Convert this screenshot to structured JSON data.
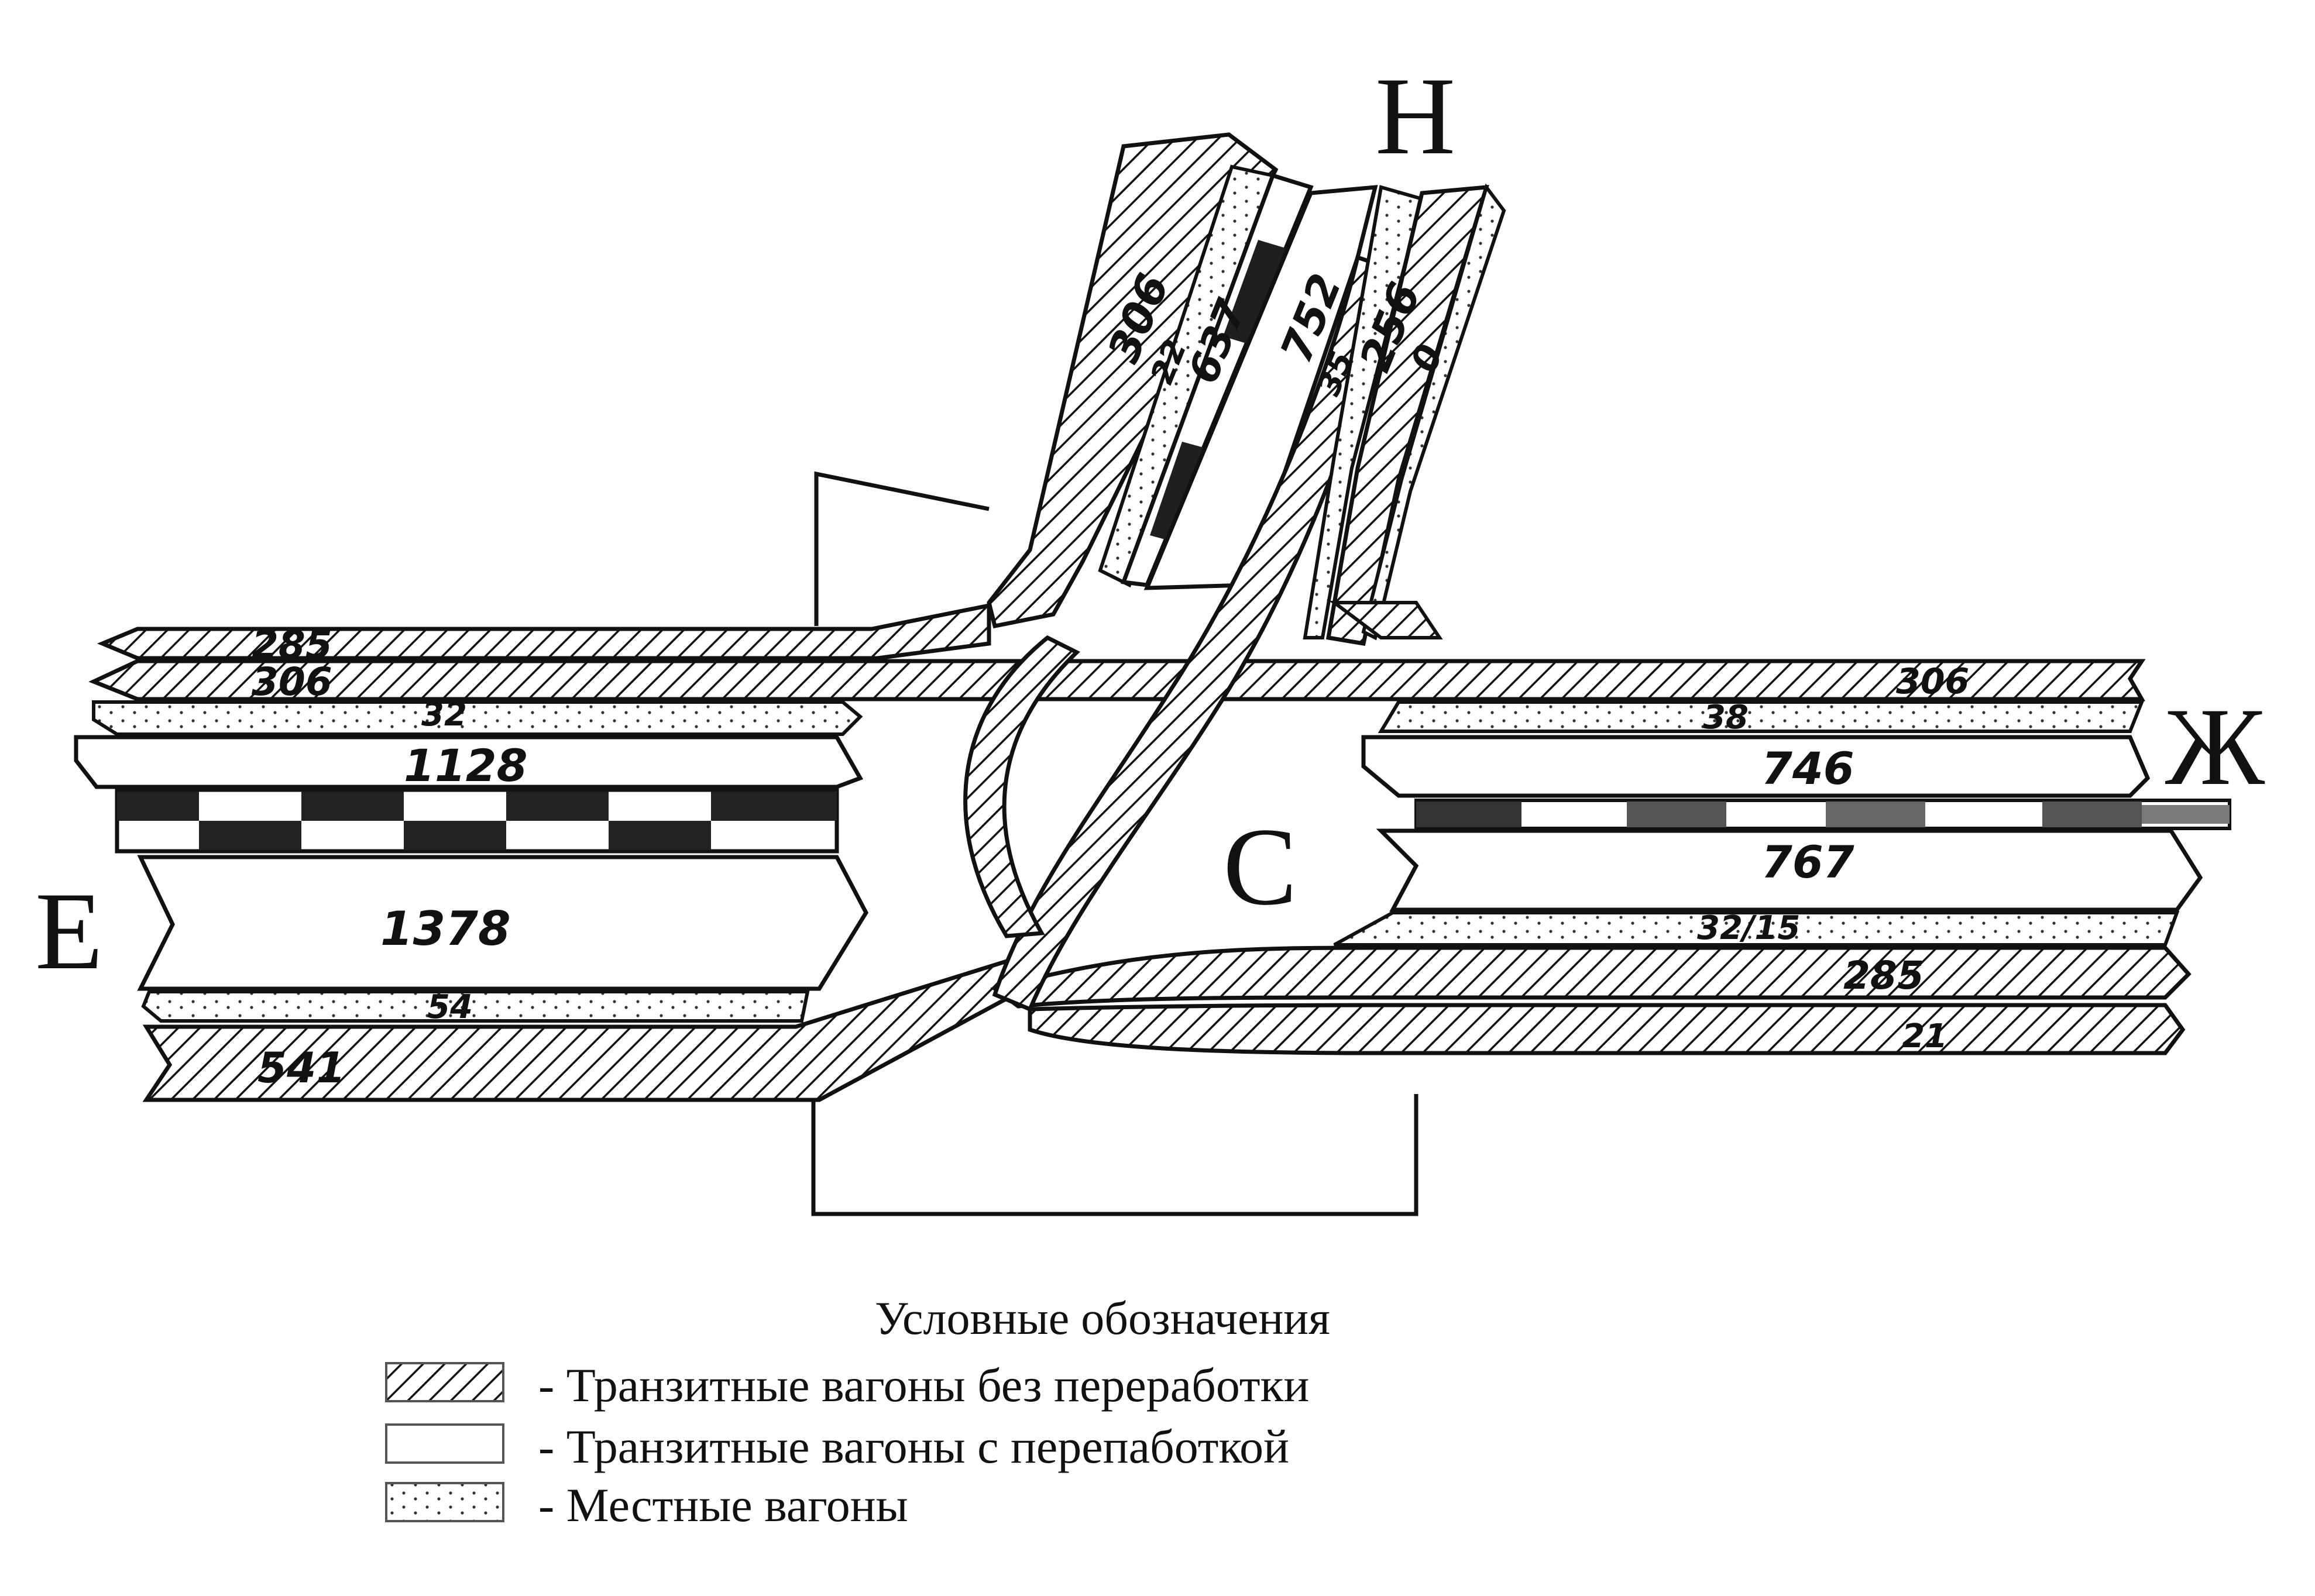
{
  "stations": {
    "E": "Е",
    "N": "Н",
    "C": "С",
    "Zh": "Ж"
  },
  "north_flows": {
    "f306": "306",
    "f22": "22",
    "f637": "637",
    "f752": "752",
    "f35": "35",
    "f256": "256",
    "f0": "0"
  },
  "west_flows": {
    "f285": "285",
    "f306": "306",
    "f32": "32",
    "f1128": "1128",
    "f1378": "1378",
    "f54": "54",
    "f541": "541"
  },
  "east_flows": {
    "f306": "306",
    "f38": "38",
    "f746": "746",
    "f767": "767",
    "f32_15": "32/15",
    "f285": "285",
    "f21": "21"
  },
  "legend": {
    "title": "Условные обозначения",
    "items": [
      {
        "pattern": "hatch",
        "label": "- Транзитные вагоны без переработки"
      },
      {
        "pattern": "plain",
        "label": "- Транзитные вагоны с перепаботкой"
      },
      {
        "pattern": "dots",
        "label": "- Местные вагоны"
      }
    ]
  },
  "colors": {
    "ink": "#111111",
    "dark_block": "#333333",
    "grey_block": "#7a7a7a"
  }
}
